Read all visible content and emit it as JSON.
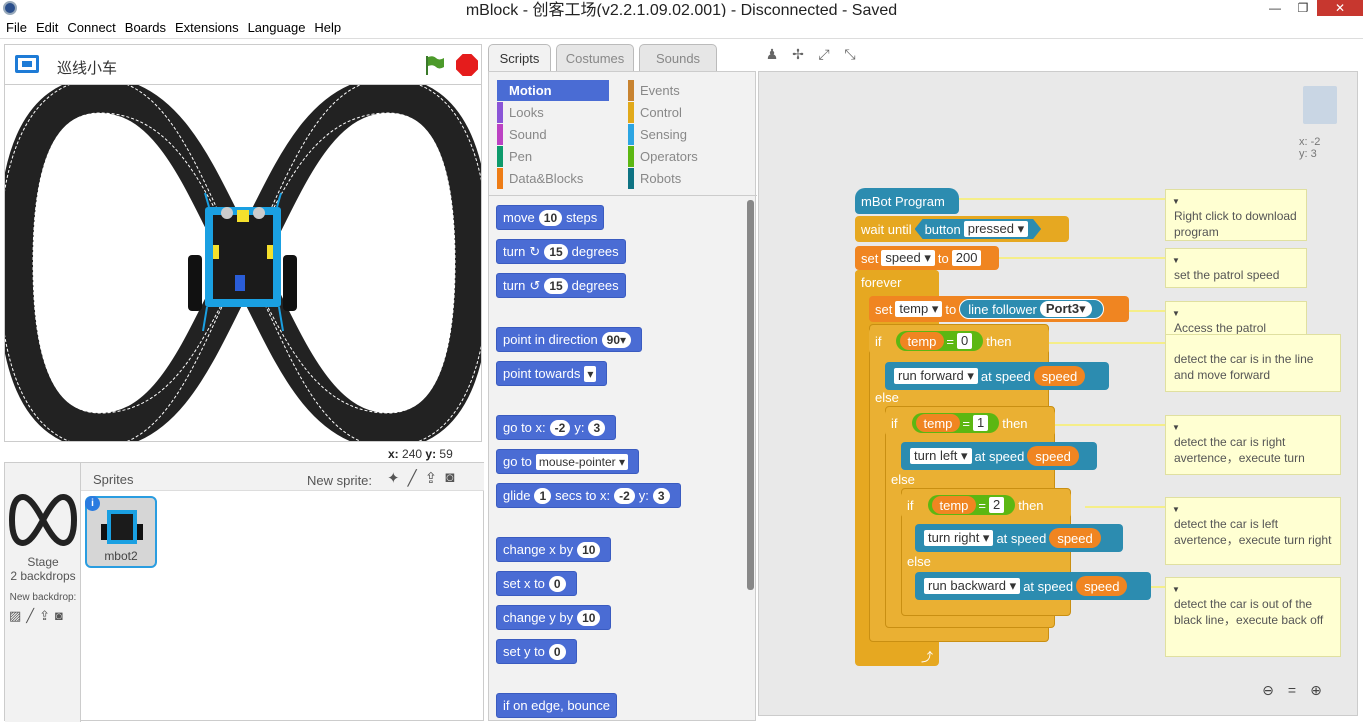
{
  "window": {
    "title": "mBlock - 创客工场(v2.2.1.09.02.001) - Disconnected - Saved"
  },
  "menu": [
    "File",
    "Edit",
    "Connect",
    "Boards",
    "Extensions",
    "Language",
    "Help"
  ],
  "stage": {
    "project_name": "巡线小车",
    "x_label": "x:",
    "x_value": "240",
    "y_label": "y:",
    "y_value": "59"
  },
  "sprites": {
    "header": "Sprites",
    "new_sprite": "New sprite:",
    "sprite_name": "mbot2",
    "stage_label": "Stage",
    "backdrops": "2 backdrops",
    "new_backdrop": "New backdrop:"
  },
  "tabs": [
    "Scripts",
    "Costumes",
    "Sounds"
  ],
  "categories": [
    {
      "label": "Motion",
      "color": "#4a6cd4"
    },
    {
      "label": "Looks",
      "color": "#8a55d7"
    },
    {
      "label": "Sound",
      "color": "#bb42c3"
    },
    {
      "label": "Pen",
      "color": "#0e9a6c"
    },
    {
      "label": "Data&Blocks",
      "color": "#ee7d16"
    },
    {
      "label": "Events",
      "color": "#c88330"
    },
    {
      "label": "Control",
      "color": "#e1a91a"
    },
    {
      "label": "Sensing",
      "color": "#2ca5e2"
    },
    {
      "label": "Operators",
      "color": "#5cb712"
    },
    {
      "label": "Robots",
      "color": "#0e7383"
    }
  ],
  "palette_blocks": {
    "move": {
      "a": "move",
      "n": "10",
      "b": "steps"
    },
    "turn_r": {
      "a": "turn",
      "icon": "↻",
      "n": "15",
      "b": "degrees"
    },
    "turn_l": {
      "a": "turn",
      "icon": "↺",
      "n": "15",
      "b": "degrees"
    },
    "point_dir": {
      "a": "point in direction",
      "n": "90▾"
    },
    "point_towards": {
      "a": "point towards",
      "d": "▾"
    },
    "goto_xy": {
      "a": "go to x:",
      "x": "-2",
      "b": "y:",
      "y": "3"
    },
    "goto": {
      "a": "go to",
      "d": "mouse-pointer ▾"
    },
    "glide": {
      "a": "glide",
      "n": "1",
      "b": "secs to x:",
      "x": "-2",
      "c": "y:",
      "y": "3"
    },
    "change_x": {
      "a": "change x by",
      "n": "10"
    },
    "set_x": {
      "a": "set x to",
      "n": "0"
    },
    "change_y": {
      "a": "change y by",
      "n": "10"
    },
    "set_y": {
      "a": "set y to",
      "n": "0"
    },
    "bounce": {
      "a": "if on edge, bounce"
    }
  },
  "script": {
    "hat": "mBot Program",
    "wait_until": "wait until",
    "button": "button",
    "pressed": "pressed ▾",
    "set": "set",
    "speed_var": "speed ▾",
    "to": "to",
    "speed_val": "200",
    "forever": "forever",
    "temp_var": "temp ▾",
    "line_follower": "line follower",
    "port": "Port3▾",
    "if": "if",
    "then": "then",
    "else": "else",
    "temp": "temp",
    "eq": "=",
    "v0": "0",
    "v1": "1",
    "v2": "2",
    "run_forward": "run forward ▾",
    "turn_left": "turn left ▾",
    "turn_right": "turn right ▾",
    "run_backward": "run backward ▾",
    "at_speed": "at speed",
    "speed": "speed",
    "mini_x": "x: -2",
    "mini_y": "y: 3"
  },
  "comments": [
    "Right click to download program",
    "set the patrol speed",
    "Access the patrol status value",
    "detect the car is in the line and move forward",
    "detect the car is right avertence，execute turn",
    "detect the car is left avertence，execute turn right",
    "detect the car is out of the black line，execute back off"
  ]
}
